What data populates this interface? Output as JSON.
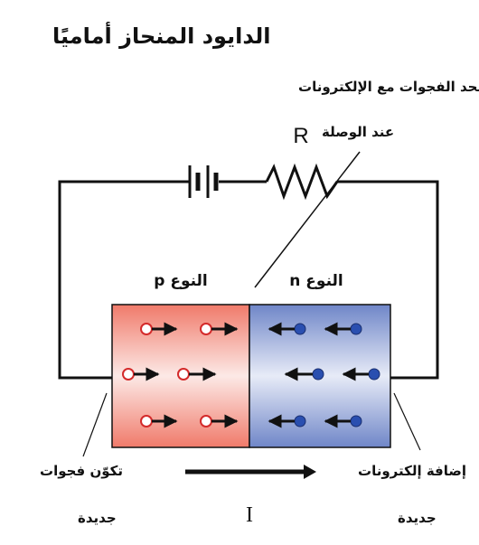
{
  "title": "الدايود المنحاز أماميًا",
  "labels": {
    "resistor": "R",
    "current": "I",
    "p_region": "النوع p",
    "n_region": "النوع n",
    "junction_note_line1": "تتحد الفجوات مع الإلكترونات",
    "junction_note_line2": "عند الوصلة",
    "left_note_line1": "تكوّن فجوات",
    "left_note_line2": "جديدة",
    "right_note_line1": "إضافة إلكترونات",
    "right_note_line2": "جديدة"
  },
  "colors": {
    "p_region": "#f07a6a",
    "n_region": "#6f86c8",
    "hole_fill": "#ffffff",
    "hole_stroke": "#d42a2a",
    "electron": "#2a4fb0",
    "wire": "#111111"
  },
  "carriers": {
    "holes_per_row": [
      2,
      2,
      2
    ],
    "electrons_per_row": [
      2,
      2,
      2
    ]
  }
}
